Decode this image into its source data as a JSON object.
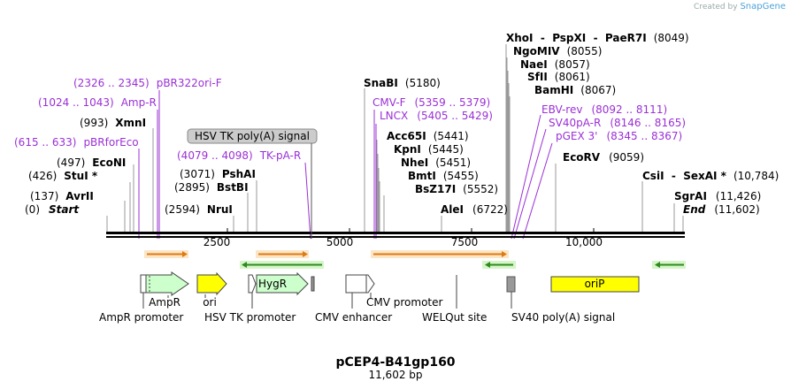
{
  "credit": {
    "prefix": "Created by",
    "brand": "SnapGene"
  },
  "title": "pCEP4-B41gp160",
  "subtitle": "11,602 bp",
  "ruler": {
    "ticks": [
      "2500",
      "5000",
      "7500",
      "10,000"
    ]
  },
  "sites": [
    {
      "name": "Start",
      "pos": "(0)",
      "italic": true
    },
    {
      "name": "AvrII",
      "pos": "(137)"
    },
    {
      "name": "StuI *",
      "pos": "(426)"
    },
    {
      "name": "EcoNI",
      "pos": "(497)"
    },
    {
      "name": "XmnI",
      "pos": "(993)"
    },
    {
      "name": "NruI",
      "pos": "(2594)"
    },
    {
      "name": "BstBI",
      "pos": "(2895)"
    },
    {
      "name": "PshAI",
      "pos": "(3071)"
    },
    {
      "name": "SnaBI",
      "pos": "(5180)"
    },
    {
      "name": "Acc65I",
      "pos": "(5441)"
    },
    {
      "name": "KpnI",
      "pos": "(5445)"
    },
    {
      "name": "NheI",
      "pos": "(5451)"
    },
    {
      "name": "BmtI",
      "pos": "(5455)"
    },
    {
      "name": "BsZ17I",
      "pos": "(5552)"
    },
    {
      "name": "AleI",
      "pos": "(6722)"
    },
    {
      "name": "XhoI  -  PspXI  -  PaeR7I",
      "pos": "(8049)"
    },
    {
      "name": "NgoMIV",
      "pos": "(8055)"
    },
    {
      "name": "NaeI",
      "pos": "(8057)"
    },
    {
      "name": "SfII",
      "pos": "(8061)"
    },
    {
      "name": "BamHI",
      "pos": "(8067)"
    },
    {
      "name": "EcoRV",
      "pos": "(9059)"
    },
    {
      "name": "CsiI  -  SexAI *",
      "pos": "(10,784)"
    },
    {
      "name": "SgrAI",
      "pos": "(11,426)"
    },
    {
      "name": "End",
      "pos": "(11,602)",
      "italic": true
    }
  ],
  "primers": [
    {
      "name": "pBR322ori-F",
      "range": "(2326 .. 2345)"
    },
    {
      "name": "Amp-R",
      "range": "(1024 .. 1043)"
    },
    {
      "name": "pBRforEco",
      "range": "(615 .. 633)"
    },
    {
      "name": "TK-pA-R",
      "range": "(4079 .. 4098)"
    },
    {
      "name": "CMV-F",
      "range": "(5359 .. 5379)"
    },
    {
      "name": "LNCX",
      "range": "(5405 .. 5429)"
    },
    {
      "name": "EBV-rev",
      "range": "(8092 .. 8111)"
    },
    {
      "name": "SV40pA-R",
      "range": "(8146 .. 8165)"
    },
    {
      "name": "pGEX 3'",
      "range": "(8345 .. 8367)"
    }
  ],
  "callout": "HSV TK poly(A) signal",
  "features": {
    "ampr": "AmpR",
    "ori": "ori",
    "hygr": "HygR",
    "orip": "oriP",
    "ampr_promoter": "AmpR promoter",
    "hsv_tk_promoter": "HSV TK promoter",
    "cmv_enhancer": "CMV enhancer",
    "cmv_promoter": "CMV promoter",
    "welqut": "WELQut site",
    "sv40": "SV40 poly(A) signal"
  },
  "colors": {
    "primer_purple": "#9b30d6",
    "forward_arrow": "#e07a10",
    "reverse_arrow": "#2e8b1f",
    "ampr_fill": "#ccffcc",
    "ori_fill": "#ffff00",
    "hygr_fill": "#ccffcc",
    "orip_fill": "#ffff00",
    "sv40_fill": "#999999",
    "callout_fill": "#cccccc"
  }
}
